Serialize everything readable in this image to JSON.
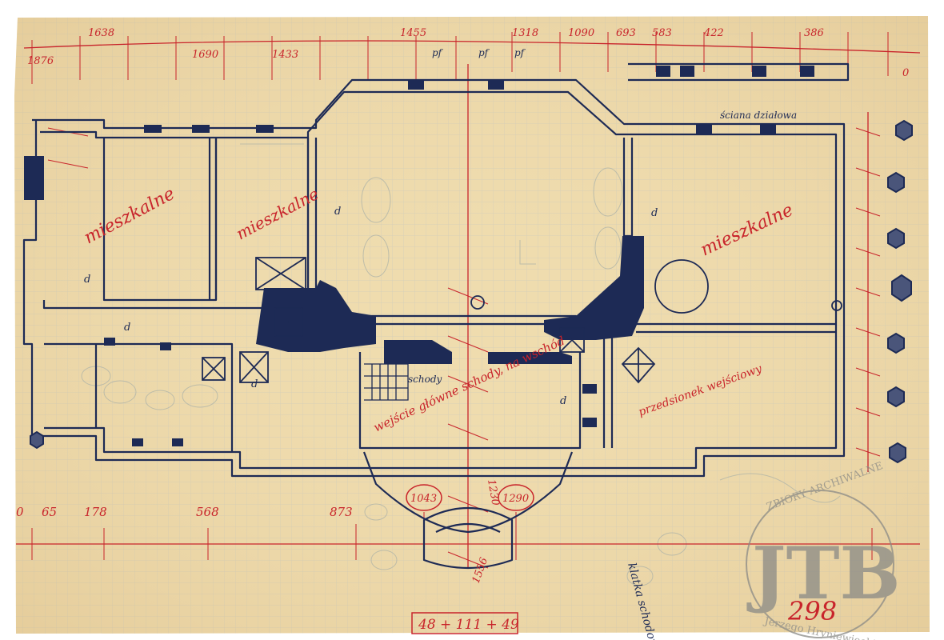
{
  "dimensions_top": [
    "0",
    "20",
    "45",
    "75",
    "100",
    "118",
    "140",
    "155",
    "170",
    "185",
    "200",
    "215",
    "230",
    "245",
    "260",
    "275",
    "290",
    "305",
    "320",
    "340",
    "360",
    "375",
    "389",
    "405",
    "418",
    "433",
    "452",
    "467",
    "486",
    "500"
  ],
  "dimensions_top_labels": [
    "1876",
    "1638",
    "1690",
    "1433",
    "1455",
    "1318",
    "1090",
    "583",
    "693",
    "422",
    "386",
    "0"
  ],
  "dimensions_bottom": [
    "0",
    "65",
    "178",
    "568",
    "873",
    "1043",
    "1230",
    "1556"
  ],
  "room_labels": {
    "left_room": "mieszkalne",
    "middle_left_room": "mieszkalne",
    "right_room": "mieszkalne",
    "central_note": "przedsionek wejściowy",
    "tilted_note": "wejście główne schody, na wschód",
    "bottom_right": "klatka schodowa"
  },
  "small_labels": {
    "d": "d",
    "pf": "pf",
    "stair_note": "schody",
    "right_top_note": "ściana działowa"
  },
  "circled_numbers": [
    "1043",
    "1290"
  ],
  "bottom_box": "48 + 111 + 49",
  "stamp": {
    "line1": "ZBIORY ARCHIWALNE",
    "monogram": "JTB",
    "line2": "Jerzego Hryniewieckiego",
    "number": "298"
  },
  "colors": {
    "paper": "#efdcae",
    "grid": "#c9c7bd",
    "ink_blue": "#1d2a55",
    "ink_red": "#c8242b",
    "pencil": "#a9b0a8"
  }
}
